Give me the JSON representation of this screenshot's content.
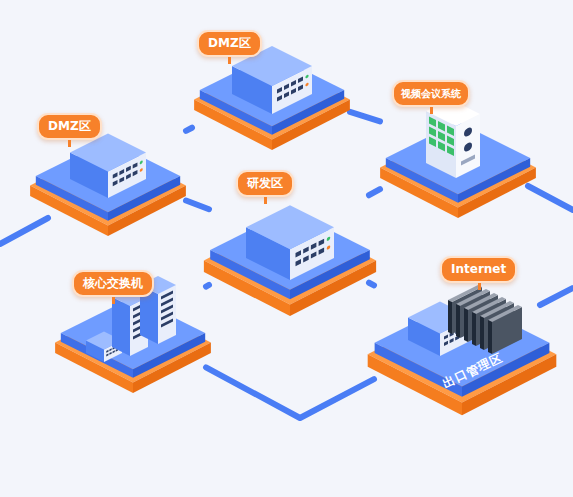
{
  "diagram": {
    "nodes": [
      {
        "text": [
          "DMZ区"
        ]
      },
      {
        "text": [
          "DMZ区"
        ]
      },
      {
        "text": [
          "视频会议系统"
        ]
      },
      {
        "text": [
          "研发区"
        ]
      },
      {
        "text": [
          "核心交换机"
        ]
      },
      {
        "text": [
          "Internet",
          "出口管理区"
        ]
      }
    ],
    "edges": [
      {
        "from": 0,
        "to": 1,
        "arrow": "none"
      },
      {
        "from": 0,
        "to": 2,
        "arrow": "none"
      },
      {
        "from": 1,
        "to": 3,
        "arrow": "none"
      },
      {
        "from": 2,
        "to": 3,
        "arrow": "none"
      },
      {
        "from": 3,
        "to": 4,
        "arrow": "none"
      },
      {
        "from": 3,
        "to": 5,
        "arrow": "none"
      },
      {
        "from": 4,
        "to": 5,
        "arrow": "none"
      }
    ]
  }
}
